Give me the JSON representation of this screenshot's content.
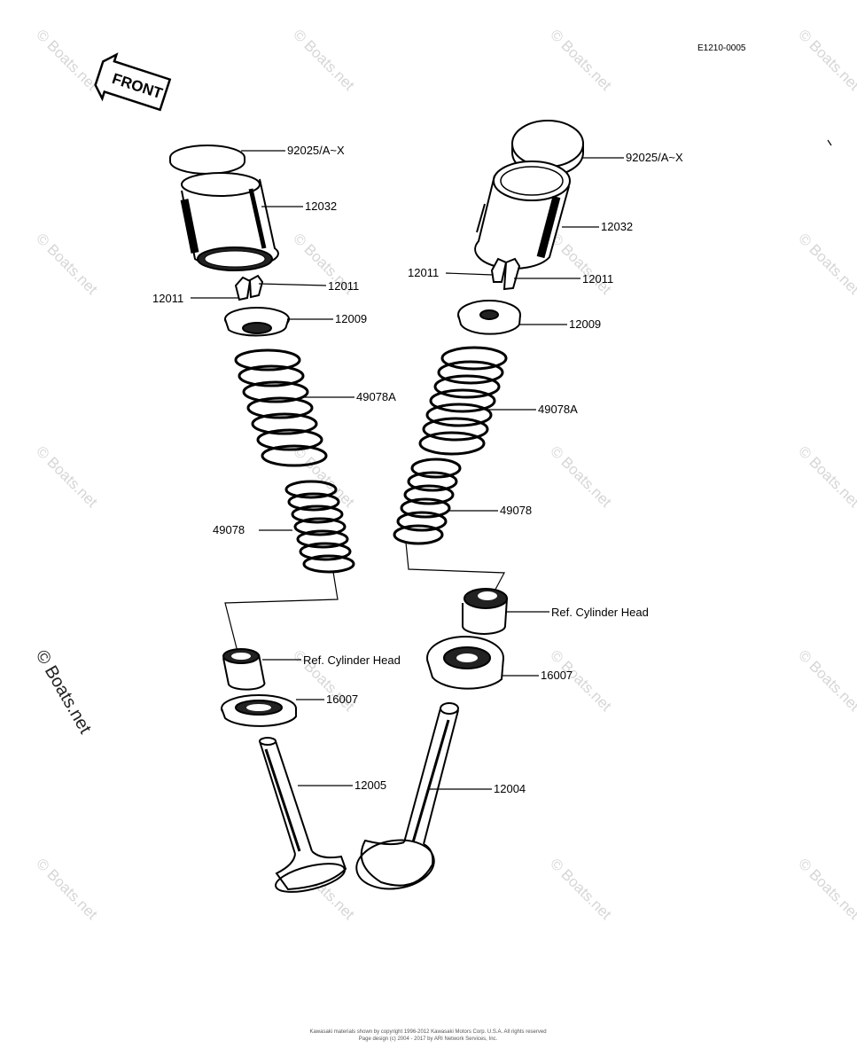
{
  "diagram_code": "E1210-0005",
  "front_label": "FRONT",
  "watermark": "© Boats.net",
  "footer": {
    "line1": "Kawasaki materials shown by copyright 1996-2012 Kawasaki Motors Corp. U.S.A. All rights reserved",
    "line2": "Page design (c) 2004 - 2017 by ARI Network Services, Inc."
  },
  "labels": {
    "left_shim": "92025/A~X",
    "left_tappet": "12032",
    "left_keeper_right": "12011",
    "left_keeper_left": "12011",
    "left_retainer": "12009",
    "left_outer_spring": "49078A",
    "left_inner_spring": "49078",
    "left_ref": "Ref.  Cylinder Head",
    "left_seal": "16007",
    "left_valve": "12005",
    "right_shim": "92025/A~X",
    "right_tappet": "12032",
    "right_keeper_left": "12011",
    "right_keeper_right": "12011",
    "right_retainer": "12009",
    "right_outer_spring": "49078A",
    "right_inner_spring": "49078",
    "right_ref": "Ref.  Cylinder Head",
    "right_seal": "16007",
    "right_valve": "12004"
  }
}
